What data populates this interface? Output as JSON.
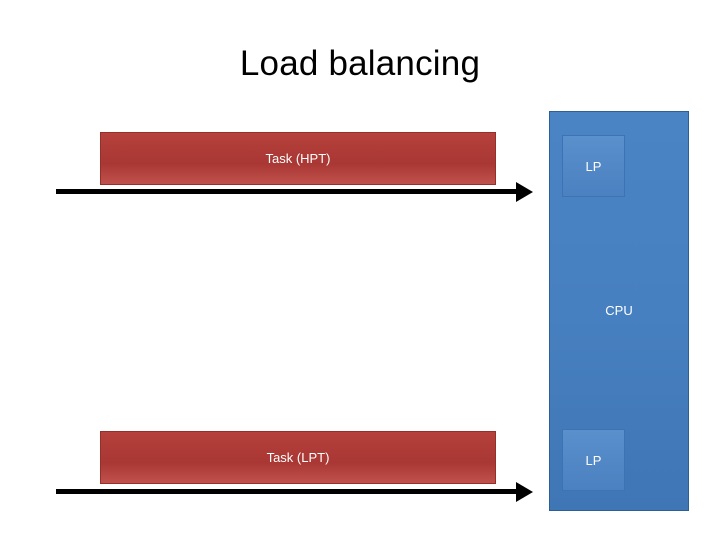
{
  "slide": {
    "title": "Load balancing",
    "background_color": "#ffffff"
  },
  "diagram": {
    "cpu": {
      "label": "CPU",
      "color": "#4780c0",
      "border_color": "#2e5f93"
    },
    "logical_processors": [
      {
        "label": "LP",
        "position": "top",
        "color": "#5288c6"
      },
      {
        "label": "LP",
        "position": "bottom",
        "color": "#5288c6"
      }
    ],
    "tasks": [
      {
        "label": "Task (HPT)",
        "position": "top",
        "color": "#ad3a36"
      },
      {
        "label": "Task (LPT)",
        "position": "bottom",
        "color": "#ad3a36"
      }
    ],
    "arrows": [
      {
        "direction": "right",
        "position": "top",
        "color": "#000000"
      },
      {
        "direction": "right",
        "position": "bottom",
        "color": "#000000"
      }
    ]
  }
}
